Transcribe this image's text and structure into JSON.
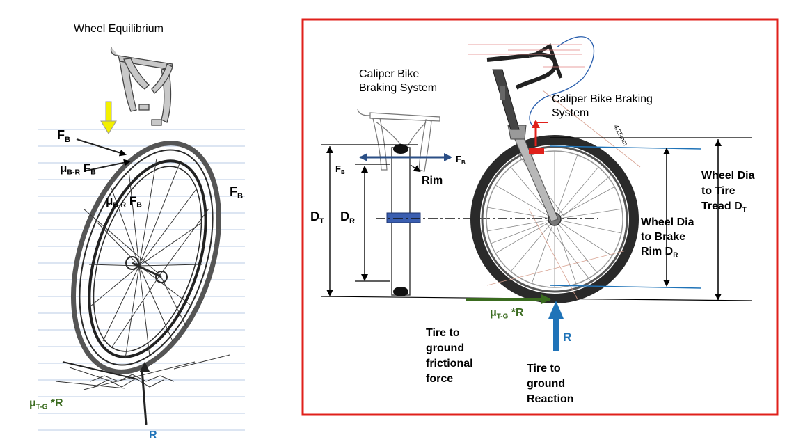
{
  "left_sketch": {
    "title": "Wheel Equilibrium",
    "force_brake_symbol": "F",
    "force_brake_sub": "B",
    "mu": "μ",
    "mu_br_sub": "B-R",
    "mu_tg_sub": "T-G",
    "times_r": "*R",
    "reaction_symbol": "R"
  },
  "right_diagram": {
    "caliper_detail_title_line1": "Caliper Bike",
    "caliper_detail_title_line2": "Braking System",
    "bike_caliper_line1": "Caliper Bike Braking",
    "bike_caliper_line2": "System",
    "rim_label": "Rim",
    "dt_symbol": "D",
    "dt_sub": "T",
    "dr_symbol": "D",
    "dr_sub": "R",
    "wheel_dia_tire_line1": "Wheel Dia",
    "wheel_dia_tire_line2": "to Tire",
    "wheel_dia_tire_line3": "Tread D",
    "wheel_dia_tire_sub": "T",
    "wheel_dia_rim_line1": "Wheel Dia",
    "wheel_dia_rim_line2": "to Brake",
    "wheel_dia_rim_line3": "Rim  D",
    "wheel_dia_rim_sub": "R",
    "friction_label_line1": "Tire to",
    "friction_label_line2": "ground",
    "friction_label_line3": "frictional",
    "friction_label_line4": "force",
    "reaction_label_line1": "Tire to",
    "reaction_label_line2": "ground",
    "reaction_label_line3": "Reaction",
    "reaction_symbol": "R",
    "mu": "μ",
    "mu_tg_sub": "T-G",
    "times_r": "*R",
    "dimension_note": "4.25mm"
  },
  "colors": {
    "frame_red": "#e0201b",
    "reaction_blue": "#1f73b8",
    "friction_green": "#3a6b1f",
    "force_arrow_navy": "#2b4f86",
    "yellow_arrow": "#f3f000"
  }
}
